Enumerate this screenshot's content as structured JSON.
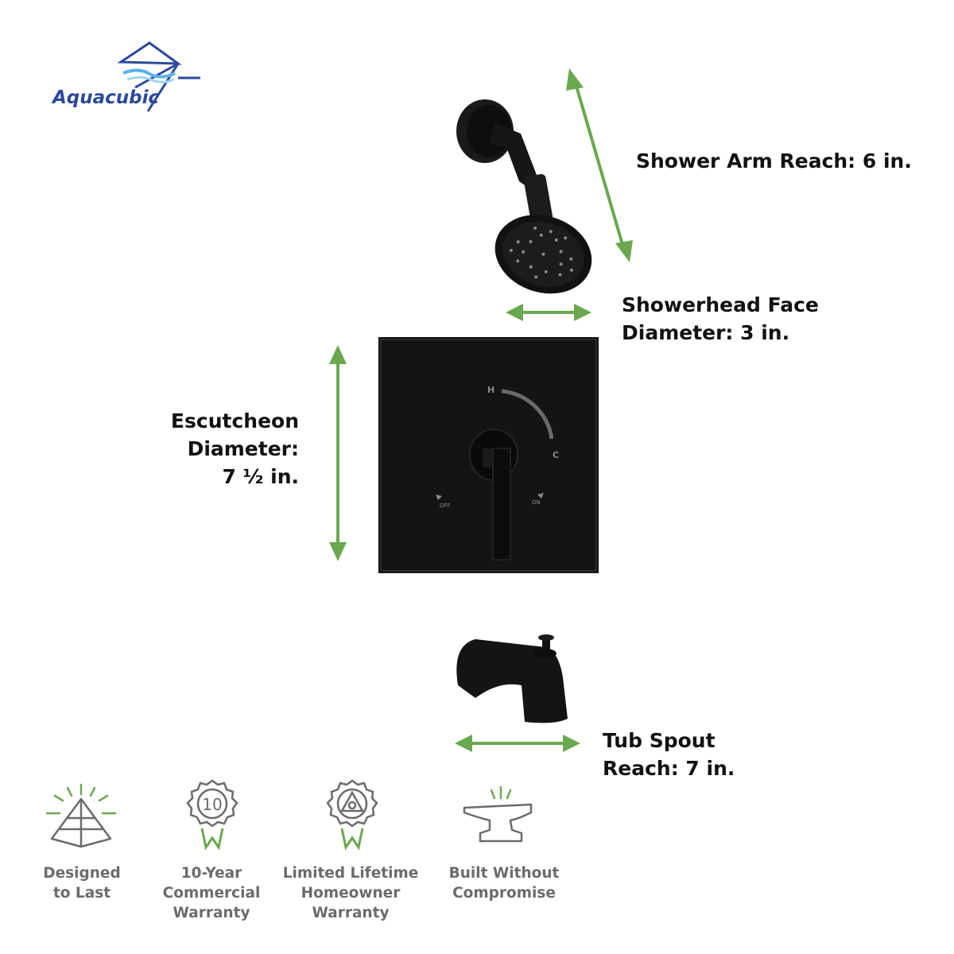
{
  "brand": {
    "name": "Aquacubic",
    "color": "#2b4a9a"
  },
  "colors": {
    "arrow": "#6aa84f",
    "product": "#141414",
    "icon_gray": "#6b6b6b",
    "text": "#111111"
  },
  "dimensions": {
    "shower_arm": [
      "Shower Arm Reach: 6 in."
    ],
    "showerhead_face": [
      "Showerhead Face",
      "Diameter: 3 in."
    ],
    "escutcheon": [
      "Escutcheon",
      "Diameter:",
      "7 ½ in."
    ],
    "tub_spout": [
      "Tub Spout",
      "Reach: 7 in."
    ]
  },
  "valve_markings": {
    "hot": "H",
    "cold": "C",
    "off": "OFF",
    "on": "ON"
  },
  "features": [
    {
      "icon": "pyramid-icon",
      "lines": [
        "Designed",
        "to Last"
      ]
    },
    {
      "icon": "ten-year-badge-icon",
      "badge_text": "10",
      "lines": [
        "10-Year",
        "Commercial",
        "Warranty"
      ]
    },
    {
      "icon": "lifetime-badge-icon",
      "lines": [
        "Limited Lifetime",
        "Homeowner",
        "Warranty"
      ]
    },
    {
      "icon": "anvil-icon",
      "lines": [
        "Built Without",
        "Compromise"
      ]
    }
  ]
}
